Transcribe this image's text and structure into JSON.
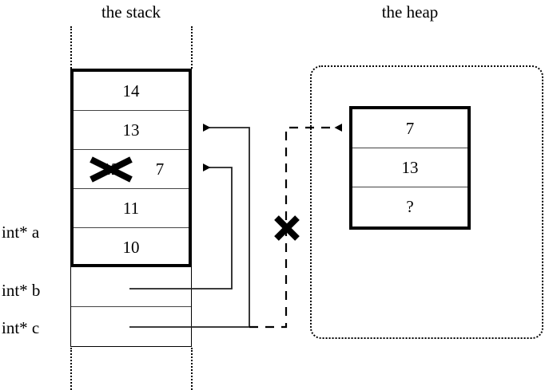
{
  "titles": {
    "stack": "the stack",
    "heap": "the heap"
  },
  "stack": {
    "frame_cells": [
      {
        "value": "14"
      },
      {
        "value": "13"
      },
      {
        "value": "12",
        "new_value": "7",
        "crossed_out": true
      },
      {
        "value": "11"
      },
      {
        "value": "10"
      }
    ],
    "variables": [
      {
        "label": "int* a",
        "points_to": "stack-cell-10"
      },
      {
        "label": "int* b",
        "points_to": "stack-cell-crossed"
      },
      {
        "label": "int* c",
        "points_to": "stack-cell-13"
      }
    ]
  },
  "heap": {
    "cells": [
      {
        "value": "7"
      },
      {
        "value": "13"
      },
      {
        "value": "?"
      }
    ]
  },
  "annotations": {
    "invalidated_pointer_mark": "X",
    "crossed_value_mark": "X"
  },
  "colors": {
    "line": "#000000",
    "cell_divider": "#444444",
    "background": "#ffffff"
  }
}
